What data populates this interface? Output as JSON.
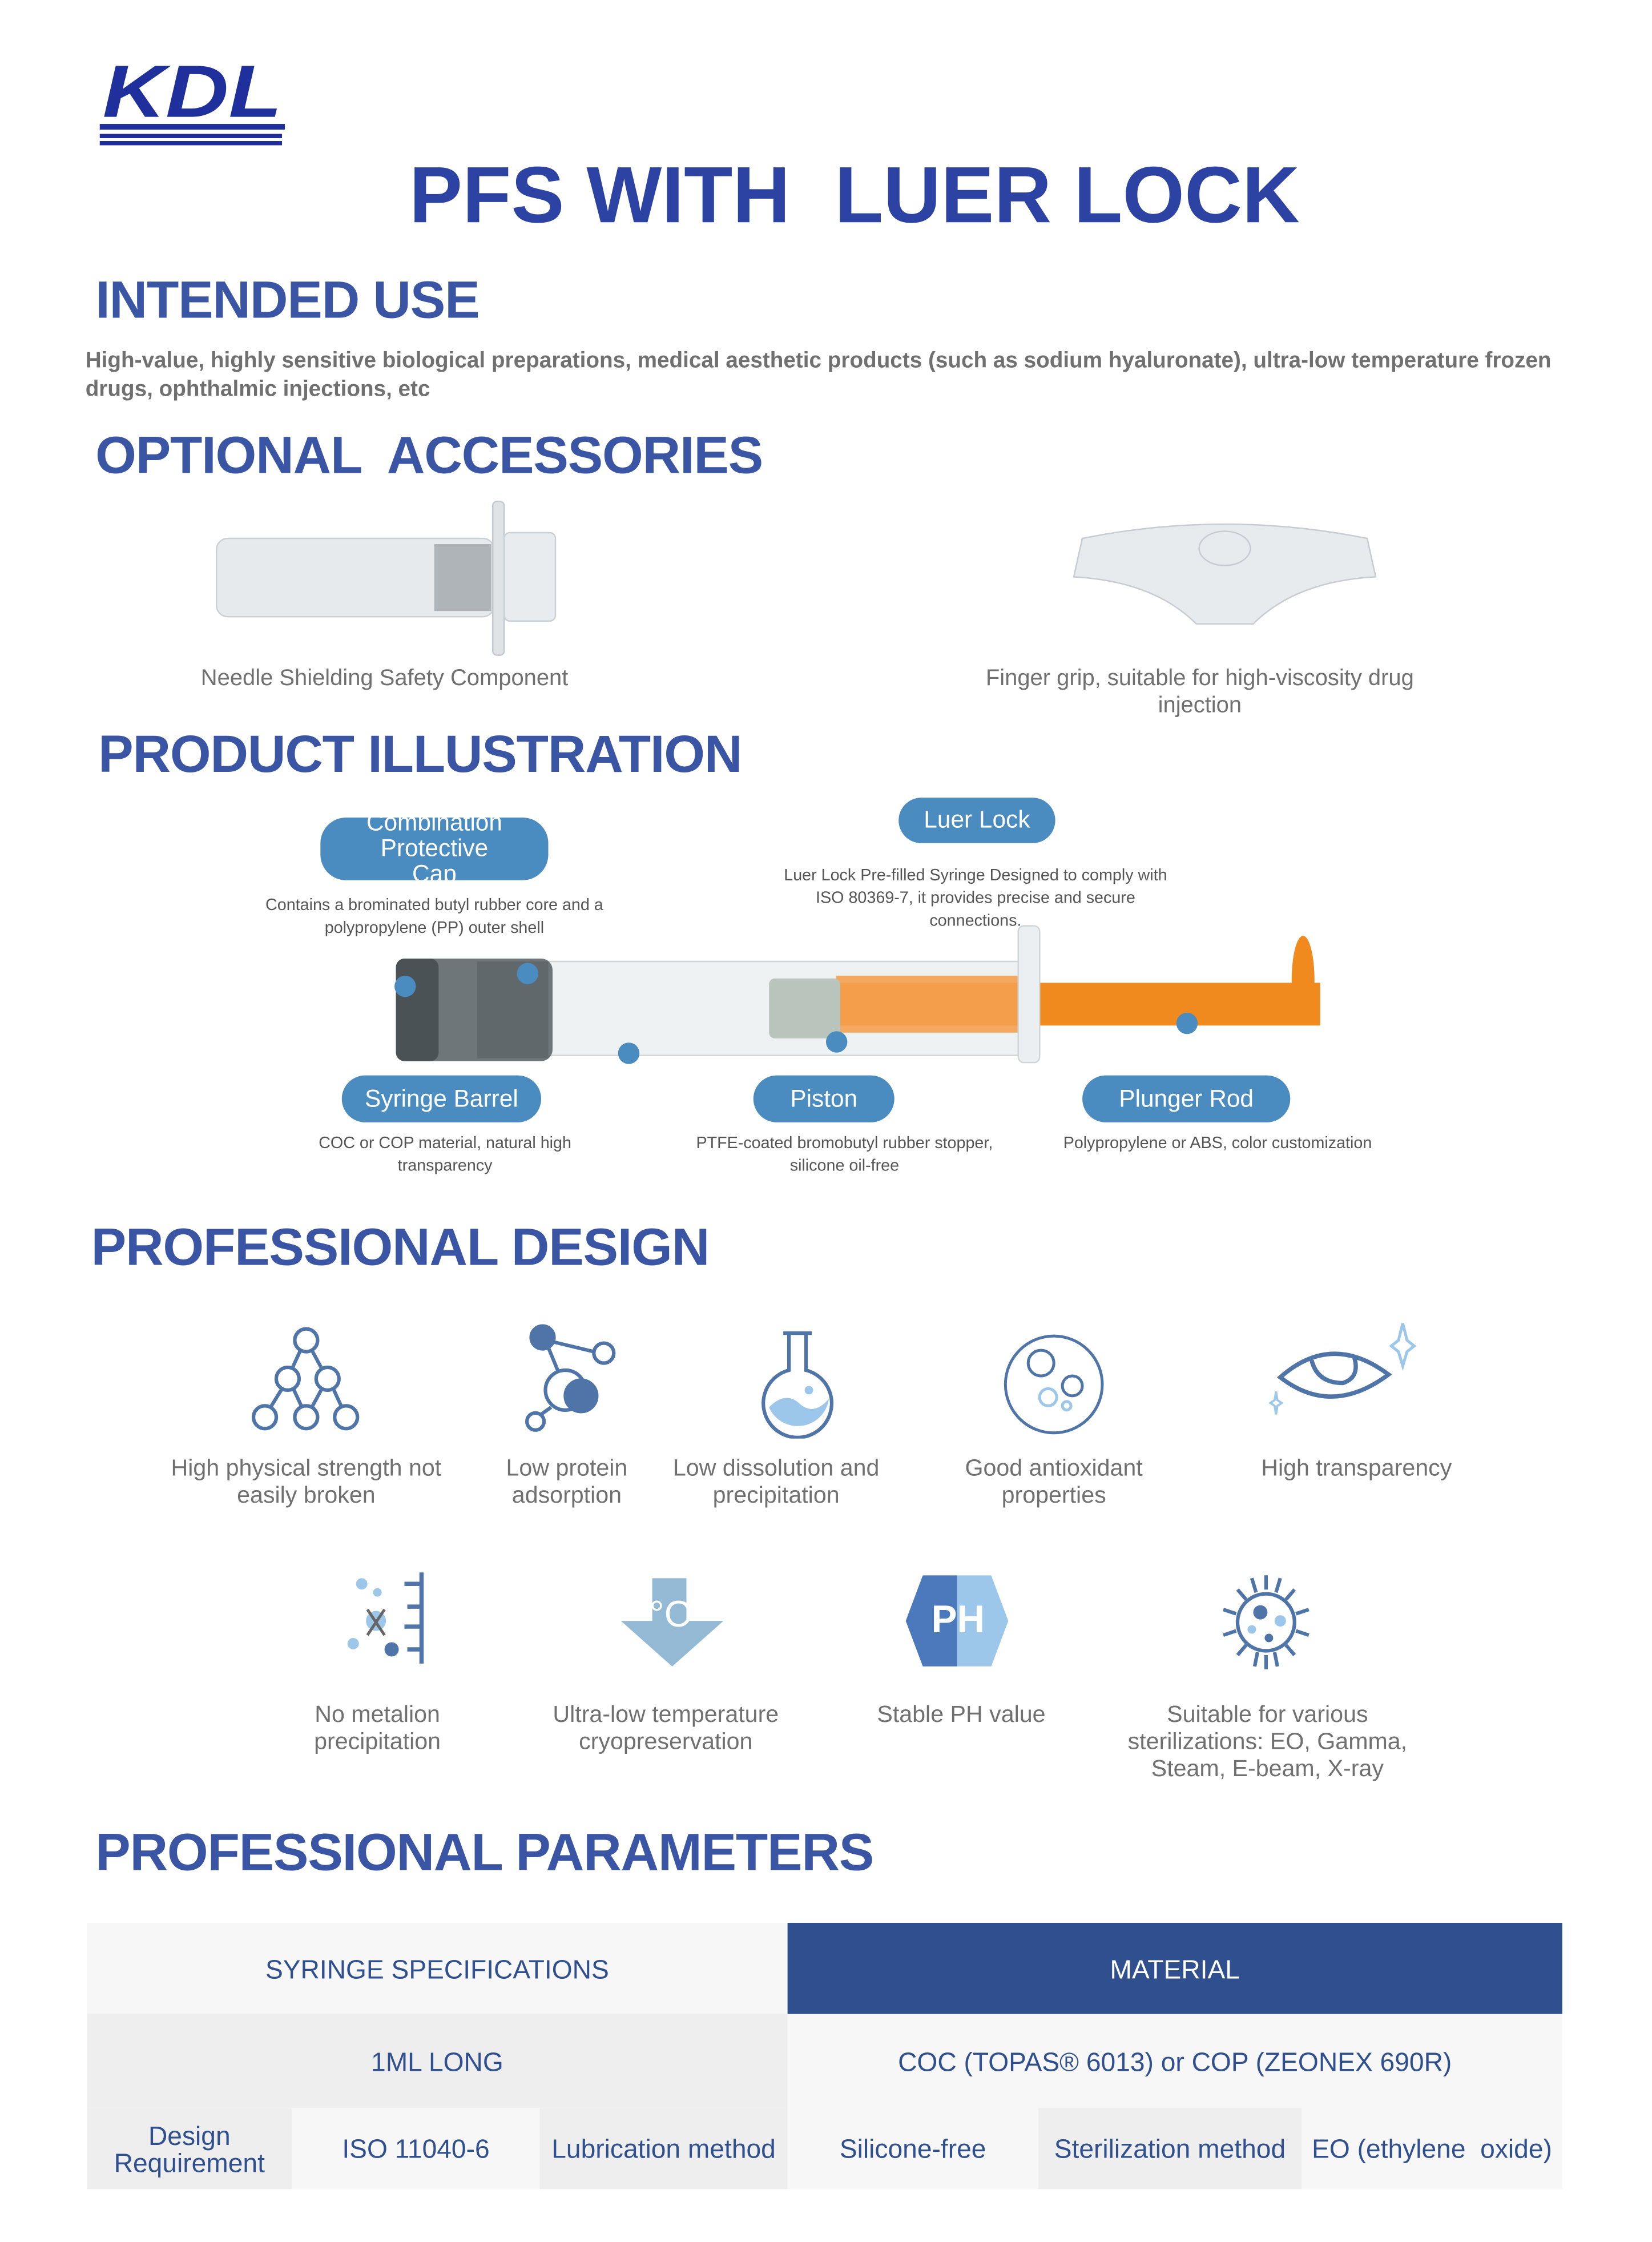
{
  "logo": {
    "text": "KDL"
  },
  "title": "PFS WITH  LUER LOCK",
  "intended_use": {
    "heading": "INTENDED USE",
    "text": "High-value, highly sensitive biological preparations, medical aesthetic products (such as sodium hyaluronate), ultra-low temperature frozen drugs, ophthalmic injections, etc"
  },
  "accessories": {
    "heading": "OPTIONAL  ACCESSORIES",
    "items": [
      {
        "caption": "Needle Shielding Safety Component"
      },
      {
        "caption": "Finger grip, suitable for high-viscosity drug injection"
      }
    ]
  },
  "illustration": {
    "heading": "PRODUCT ILLUSTRATION",
    "parts": [
      {
        "label": "Combination Protective Cap",
        "desc": "Contains a brominated butyl rubber core and a polypropylene (PP) outer shell"
      },
      {
        "label": "Luer Lock",
        "desc": "Luer Lock Pre-filled Syringe Designed to comply with ISO 80369-7, it provides precise and secure connections."
      },
      {
        "label": "Syringe Barrel",
        "desc": "COC or COP material, natural high transparency"
      },
      {
        "label": "Piston",
        "desc": "PTFE-coated bromobutyl rubber stopper, silicone oil-free"
      },
      {
        "label": "Plunger Rod",
        "desc": "Polypropylene or ABS, color customization"
      }
    ]
  },
  "design": {
    "heading": "PROFESSIONAL DESIGN",
    "features": [
      {
        "label": "High physical strength not easily broken",
        "icon": "network-icon"
      },
      {
        "label": "Low protein adsorption",
        "icon": "molecule-icon"
      },
      {
        "label": "Low dissolution and precipitation",
        "icon": "flask-icon"
      },
      {
        "label": "Good antioxidant properties",
        "icon": "bubbles-icon"
      },
      {
        "label": "High transparency",
        "icon": "eye-icon"
      },
      {
        "label": "No metalion precipitation",
        "icon": "metal-ion-icon"
      },
      {
        "label": "Ultra-low temperature cryopreservation",
        "icon": "temperature-down-icon",
        "glyph": "°C"
      },
      {
        "label": "Stable PH value",
        "icon": "ph-icon",
        "glyph": "PH"
      },
      {
        "label": "Suitable for various sterilizations: EO, Gamma, Steam, E-beam, X-ray",
        "icon": "microbe-icon"
      }
    ]
  },
  "parameters": {
    "heading": "PROFESSIONAL PARAMETERS",
    "header": [
      "SYRINGE SPECIFICATIONS",
      "MATERIAL"
    ],
    "row1": [
      "1ML LONG",
      "COC (TOPAS® 6013) or COP (ZEONEX 690R)"
    ],
    "row2": [
      "Design Requirement",
      "ISO 11040-6",
      "Lubrication method",
      "Silicone-free",
      "Sterilization method",
      "EO (ethylene  oxide)"
    ]
  },
  "colors": {
    "heading": "#3a55a3",
    "title": "#2d43a3",
    "pill": "#4a8cc0",
    "table_header": "#2f4f8f",
    "orange": "#f08a1e"
  }
}
